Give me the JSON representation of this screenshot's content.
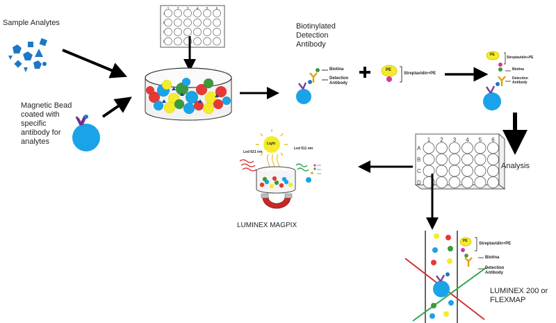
{
  "labels": {
    "sample_analytes": "Sample Analytes",
    "magnetic_bead": [
      "Magnetic Bead",
      "coated with",
      "specific",
      "antibody for",
      "analytes"
    ],
    "biotinylated": [
      "Biotinylated",
      "Detection",
      "Antibody"
    ],
    "biotina": "Biotina",
    "detection_antibody": [
      "Detection",
      "Antibody"
    ],
    "pe": "PE",
    "streptavidin_pe": "Streptavidin+PE",
    "analysis": "Analysis",
    "led_621": "Led 621 nm",
    "led_511": "Led 511 nm",
    "light": "Light",
    "luminex_magpix": "LUMINEX MAGPIX",
    "luminex_200": [
      "LUMINEX 200 or",
      "FLEXMAP"
    ],
    "plate_rows": [
      "A",
      "B",
      "C",
      "D"
    ],
    "plate_cols": [
      "1",
      "2",
      "3",
      "4",
      "5",
      "6"
    ]
  },
  "colors": {
    "bead_blue": "#1aa3e8",
    "analyte_blue": "#1f77c4",
    "antibody_purple": "#7b3f9e",
    "antibody_gold": "#e0a21a",
    "biotin_green": "#3c9a3c",
    "pe_yellow": "#f4ec2a",
    "pe_magenta": "#d3389a",
    "arrow_black": "#000000",
    "laser_red": "#d32f2f",
    "laser_green": "#2ea84a",
    "magnet_red": "#c62828"
  },
  "icons": [
    "analyte-shapes",
    "magnetic-bead-icon",
    "well-plate-icon",
    "petri-dish-icon",
    "detection-antibody-icon",
    "streptavidin-pe-icon",
    "bead-complex-icon",
    "magnet-icon",
    "light-bulb-icon",
    "flow-cell-icon"
  ]
}
